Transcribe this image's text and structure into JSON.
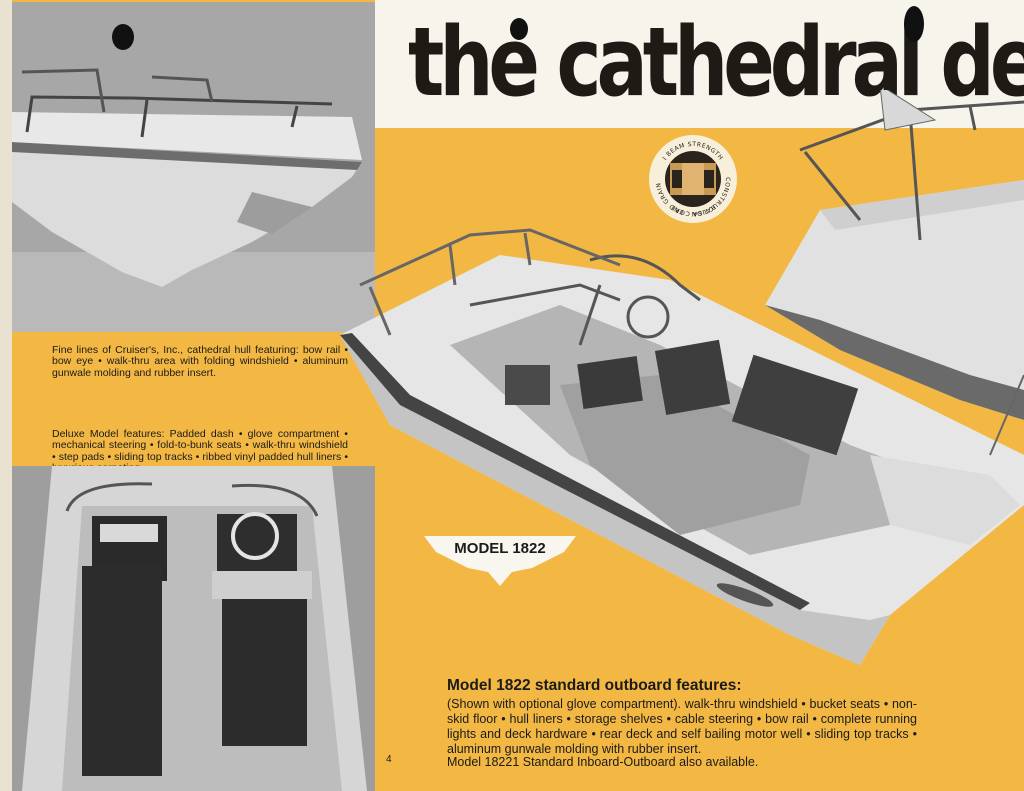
{
  "title": "the cathedral design . . in t",
  "badge": {
    "top_text": "I BEAM STRENGTH",
    "right_text": "CONSTRUCTION",
    "left_text": "END GRAIN",
    "bottom_text": "BALSA CORE"
  },
  "caption_hull": "Fine lines of Cruiser's, Inc., cathedral hull featuring: bow rail • bow eye • walk-thru area with folding windshield • aluminum gunwale molding and rubber insert.",
  "caption_deluxe": "Deluxe Model features: Padded dash • glove compartment • mechanical steering • fold-to-bunk seats • walk-thru windshield • step pads • sliding top tracks • ribbed vinyl padded hull liners • luxurious carpeting.",
  "model_label": "MODEL 1822",
  "features_heading": "Model 1822 standard outboard features:",
  "features_body": "(Shown with optional glove compartment). walk-thru windshield • bucket seats • non-skid floor • hull liners • storage shelves • cable steering • bow rail • complete running lights and deck hardware • rear deck and self bailing motor well • sliding top tracks • aluminum gunwale molding with rubber insert.",
  "features_note": "Model 18221 Standard Inboard-Outboard also available.",
  "page_number": "4",
  "colors": {
    "background": "#f3b843",
    "band": "#f7f4ec",
    "ink": "#1e1b17"
  }
}
